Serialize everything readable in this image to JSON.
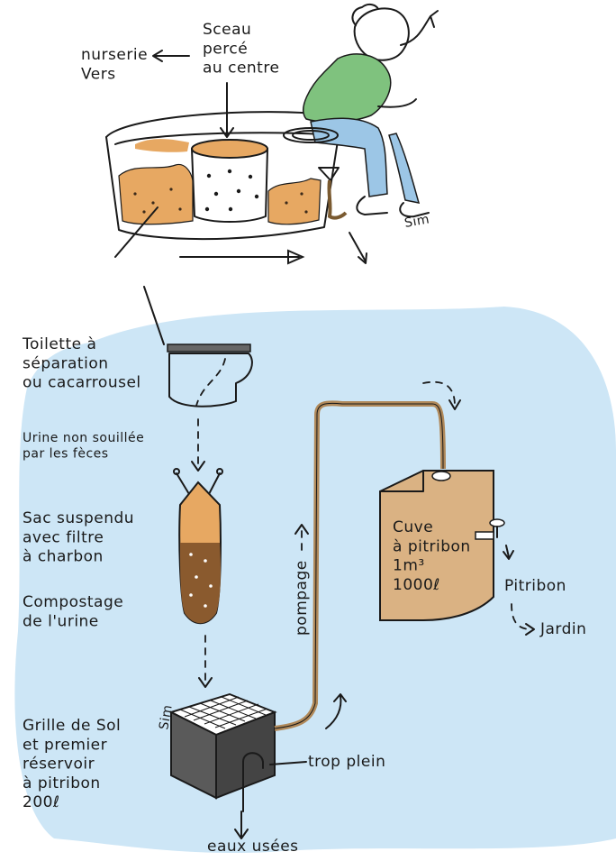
{
  "top": {
    "label_bucket": "Sceau\npercé\nau centre",
    "label_nursery": "nurserie\nVers",
    "signature": "Sim"
  },
  "bottom": {
    "toilet": "Toilette à\nséparation\nou cacarrousel",
    "urine": "Urine non souillée\npar les fèces",
    "bag": "Sac suspendu\navec filtre\nà charbon",
    "compost": "Compostage\nde l'urine",
    "grid": "Grille de Sol\net premier\nréservoir\nà pitribon\n200ℓ",
    "trop_plein": "trop plein",
    "eaux": "eaux usées",
    "pompage": "pompage",
    "cuve": "Cuve\nà pitribon\n1m³\n1000ℓ",
    "pitribon": "Pitribon",
    "jardin": "Jardin",
    "signature": "Sim"
  },
  "colors": {
    "blue_bg": "#cde6f6",
    "compost": "#e7a862",
    "tank": "#dab283",
    "shirt": "#7fc27e",
    "jeans": "#9cc6e6"
  }
}
